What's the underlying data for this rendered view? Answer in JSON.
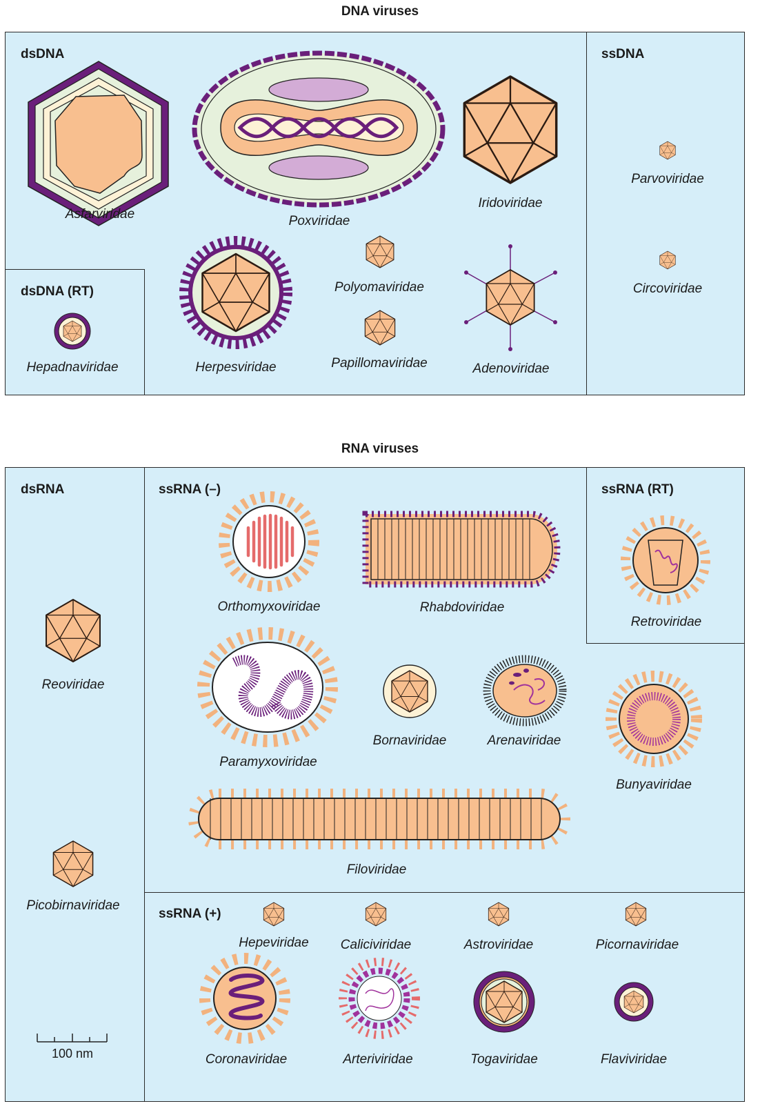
{
  "dna": {
    "title": "DNA viruses",
    "groups": {
      "dsDNA": "dsDNA",
      "dsDNA_RT": "dsDNA (RT)",
      "ssDNA": "ssDNA"
    },
    "families": {
      "asfarviridae": "Asfarviridae",
      "poxviridae": "Poxviridae",
      "iridoviridae": "Iridoviridae",
      "herpesviridae": "Herpesviridae",
      "polyomaviridae": "Polyomaviridae",
      "papillomaviridae": "Papillomaviridae",
      "adenoviridae": "Adenoviridae",
      "hepadnaviridae": "Hepadnaviridae",
      "parvoviridae": "Parvoviridae",
      "circoviridae": "Circoviridae"
    }
  },
  "rna": {
    "title": "RNA viruses",
    "groups": {
      "dsRNA": "dsRNA",
      "ssRNA_neg": "ssRNA (–)",
      "ssRNA_RT": "ssRNA (RT)",
      "ssRNA_pos": "ssRNA (+)"
    },
    "families": {
      "reoviridae": "Reoviridae",
      "picobirnaviridae": "Picobirnaviridae",
      "orthomyxoviridae": "Orthomyxoviridae",
      "rhabdoviridae": "Rhabdoviridae",
      "retroviridae": "Retroviridae",
      "paramyxoviridae": "Paramyxoviridae",
      "bornaviridae": "Bornaviridae",
      "arenaviridae": "Arenaviridae",
      "bunyaviridae": "Bunyaviridae",
      "filoviridae": "Filoviridae",
      "hepeviridae": "Hepeviridae",
      "caliciviridae": "Caliciviridae",
      "astroviridae": "Astroviridae",
      "picornaviridae": "Picornaviridae",
      "coronaviridae": "Coronaviridae",
      "arteriviridae": "Arteriviridae",
      "togaviridae": "Togaviridae",
      "flaviviridae": "Flaviviridae"
    }
  },
  "scale_bar": {
    "label": "100 nm"
  },
  "colors": {
    "panel": "#d6eef9",
    "capsid": "#f8bf8f",
    "envelope_purple": "#6a1f7a",
    "membrane_green": "#e6f1dc",
    "cream": "#fdf2d6",
    "lilac": "#d3acd6",
    "spike_orange": "#f2b27e",
    "rna_red": "#e56b6b",
    "magenta": "#a0329c"
  }
}
